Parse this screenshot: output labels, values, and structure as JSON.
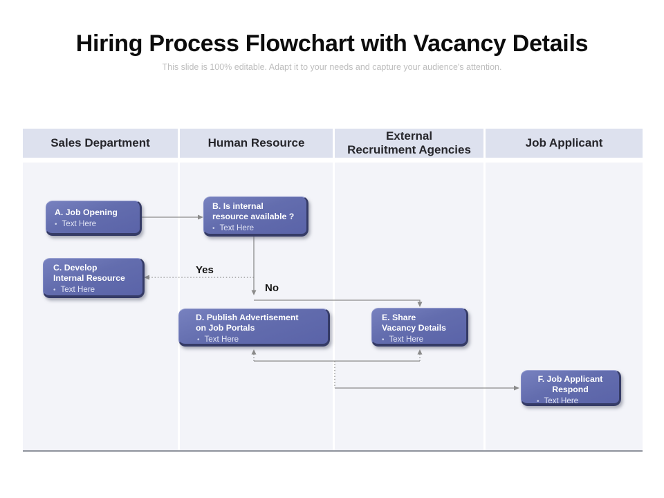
{
  "slide": {
    "title": "Hiring Process Flowchart with Vacancy Details",
    "subtitle": "This slide is 100% editable. Adapt it to your needs and capture your audience's attention."
  },
  "lanes": {
    "headers": [
      "Sales Department",
      "Human Resource",
      "External\nRecruitment Agencies",
      "Job Applicant"
    ]
  },
  "flowchart": {
    "bullet_glyph": "•",
    "nodes": [
      {
        "id": "A",
        "title": "A. Job Opening",
        "bullet": "Text Here",
        "lane": "Sales Department"
      },
      {
        "id": "B",
        "title": "B. Is internal\nresource available ?",
        "bullet": "Text Here",
        "lane": "Human Resource"
      },
      {
        "id": "C",
        "title": "C. Develop\nInternal Resource",
        "bullet": "Text Here",
        "lane": "Sales Department"
      },
      {
        "id": "D",
        "title": "D. Publish Advertisement\non Job Portals",
        "bullet": "Text Here",
        "lane": "Human Resource"
      },
      {
        "id": "E",
        "title": "E. Share\nVacancy Details",
        "bullet": "Text Here",
        "lane": "External Recruitment Agencies"
      },
      {
        "id": "F",
        "title": "F. Job Applicant\nRespond",
        "bullet": "Text Here",
        "lane": "Job Applicant"
      }
    ],
    "edges": [
      {
        "from": "A",
        "to": "B",
        "label": "",
        "style": "solid"
      },
      {
        "from": "B",
        "to": "C",
        "label": "Yes",
        "style": "dotted"
      },
      {
        "from": "B",
        "to": "D",
        "label": "No",
        "style": "solid"
      },
      {
        "from": "B",
        "to": "E",
        "label": "",
        "style": "solid"
      },
      {
        "from": "F",
        "to": "D",
        "label": "",
        "style": "dotted"
      },
      {
        "from": "F",
        "to": "E",
        "label": "",
        "style": "dotted"
      },
      {
        "from": "D",
        "to": "F",
        "label": "",
        "style": "solid"
      }
    ]
  },
  "colors": {
    "node_fill": "#5f68ad",
    "node_fill_light": "#7781bf",
    "node_edge_dark": "#353b66",
    "node_text": "#ffffff",
    "lane_header_bg": "#dde1ee",
    "lane_body_bg": "#f3f4f9",
    "connector_gray": "#8b8b8b",
    "title_text": "#0c0c0c",
    "subtitle_text": "#bdbdbd"
  }
}
